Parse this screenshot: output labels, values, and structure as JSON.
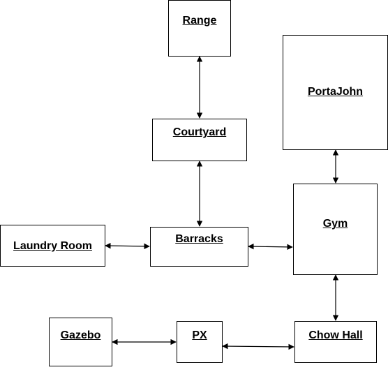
{
  "diagram": {
    "nodes": {
      "range": "Range",
      "portajohn": "PortaJohn",
      "courtyard": "Courtyard",
      "gym": "Gym",
      "laundry_room": "Laundry Room",
      "barracks": "Barracks",
      "gazebo": "Gazebo",
      "px": "PX",
      "chow_hall": "Chow Hall"
    },
    "edges": [
      {
        "from": "Range",
        "to": "Courtyard",
        "bidirectional": true
      },
      {
        "from": "Courtyard",
        "to": "Barracks",
        "bidirectional": true
      },
      {
        "from": "Laundry Room",
        "to": "Barracks",
        "bidirectional": true
      },
      {
        "from": "Barracks",
        "to": "Gym",
        "bidirectional": true
      },
      {
        "from": "PortaJohn",
        "to": "Gym",
        "bidirectional": true
      },
      {
        "from": "Gym",
        "to": "Chow Hall",
        "bidirectional": true
      },
      {
        "from": "Gazebo",
        "to": "PX",
        "bidirectional": true
      },
      {
        "from": "PX",
        "to": "Chow Hall",
        "bidirectional": true
      }
    ],
    "colors": {
      "stroke": "#000000",
      "fill": "#ffffff"
    }
  }
}
